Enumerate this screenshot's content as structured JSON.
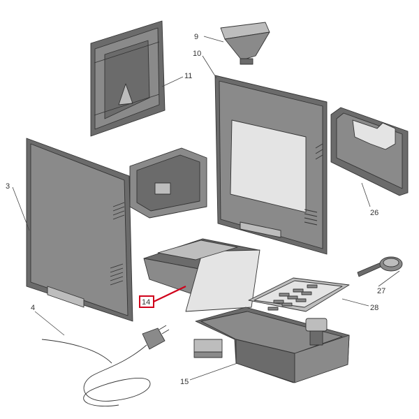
{
  "diagram": {
    "labels": {
      "p3": "3",
      "p4": "4",
      "p9": "9",
      "p10": "10",
      "p11": "11",
      "p14": "14",
      "p15": "15",
      "p26": "26",
      "p27": "27",
      "p28": "28"
    },
    "highlight_color": "#d0021b"
  }
}
